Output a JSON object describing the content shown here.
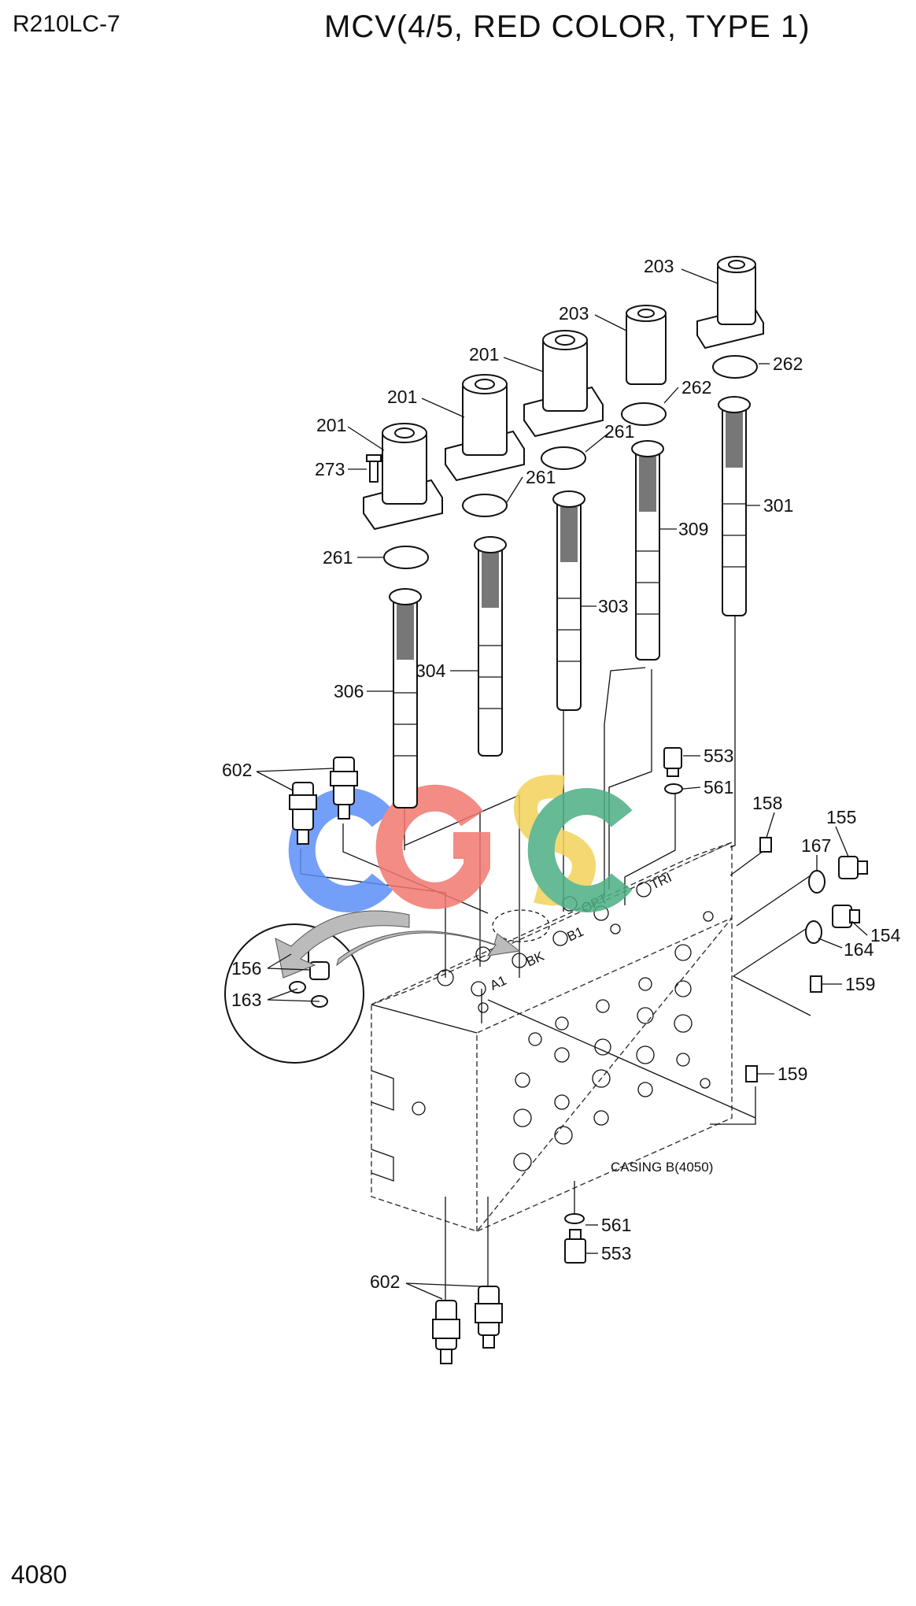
{
  "header": {
    "model": "R210LC-7",
    "title": "MCV(4/5, RED COLOR, TYPE 1)"
  },
  "footer": {
    "page_number": "4080"
  },
  "watermark": {
    "text": "CGSC",
    "colors": [
      "#5b8ff9",
      "#f07870",
      "#f3d25a",
      "#4caf83"
    ]
  },
  "casing_label": "CASING B(4050)",
  "port_marks": [
    "TRI",
    "OPT",
    "B1",
    "BK",
    "A1"
  ],
  "callouts": {
    "c203a": "203",
    "c203b": "203",
    "c201a": "201",
    "c201b": "201",
    "c201c": "201",
    "c273": "273",
    "c262a": "262",
    "c262b": "262",
    "c261a": "261",
    "c261b": "261",
    "c261c": "261",
    "c301": "301",
    "c309": "309",
    "c303": "303",
    "c304": "304",
    "c306": "306",
    "c602a": "602",
    "c602b": "602",
    "c553a": "553",
    "c553b": "553",
    "c561a": "561",
    "c561b": "561",
    "c158": "158",
    "c155": "155",
    "c167": "167",
    "c154": "154",
    "c164": "164",
    "c159a": "159",
    "c159b": "159",
    "c156": "156",
    "c163": "163"
  }
}
